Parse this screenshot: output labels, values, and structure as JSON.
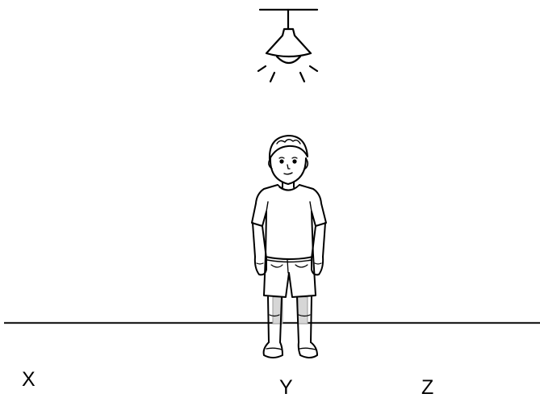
{
  "labels": {
    "x": "X",
    "y": "Y",
    "z": "Z"
  },
  "colors": {
    "line": "#000000",
    "ground": "#222222",
    "background": "#ffffff"
  },
  "elements": [
    "ceiling-lamp",
    "boy",
    "ground-line",
    "ground-shadow"
  ]
}
